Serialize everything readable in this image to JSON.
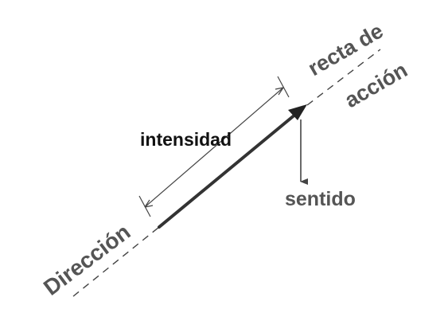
{
  "labels": {
    "intensidad": "intensidad",
    "recta_de": "recta de",
    "accion": "acción",
    "sentido": "sentido",
    "direccion": "Dirección"
  },
  "colors": {
    "text_dark": "#111111",
    "text_gray": "#555555",
    "line": "#444444",
    "vector": "#333333"
  }
}
